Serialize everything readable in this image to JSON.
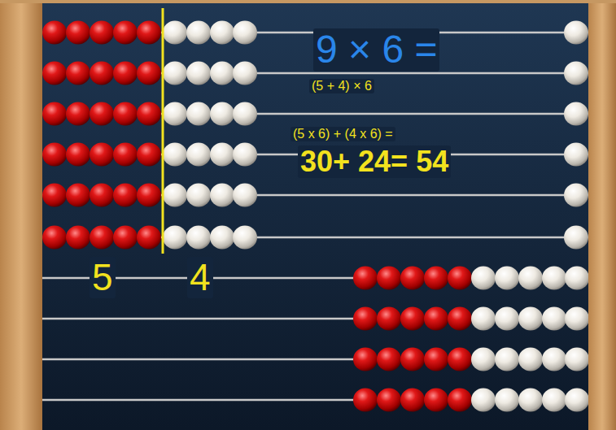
{
  "diagram": {
    "labels": [
      "9 × 6 =",
      "(5 + 4) × 6",
      "(5 x 6) + (4 x 6) =",
      "30+ 24= 54",
      "5",
      "4"
    ]
  }
}
